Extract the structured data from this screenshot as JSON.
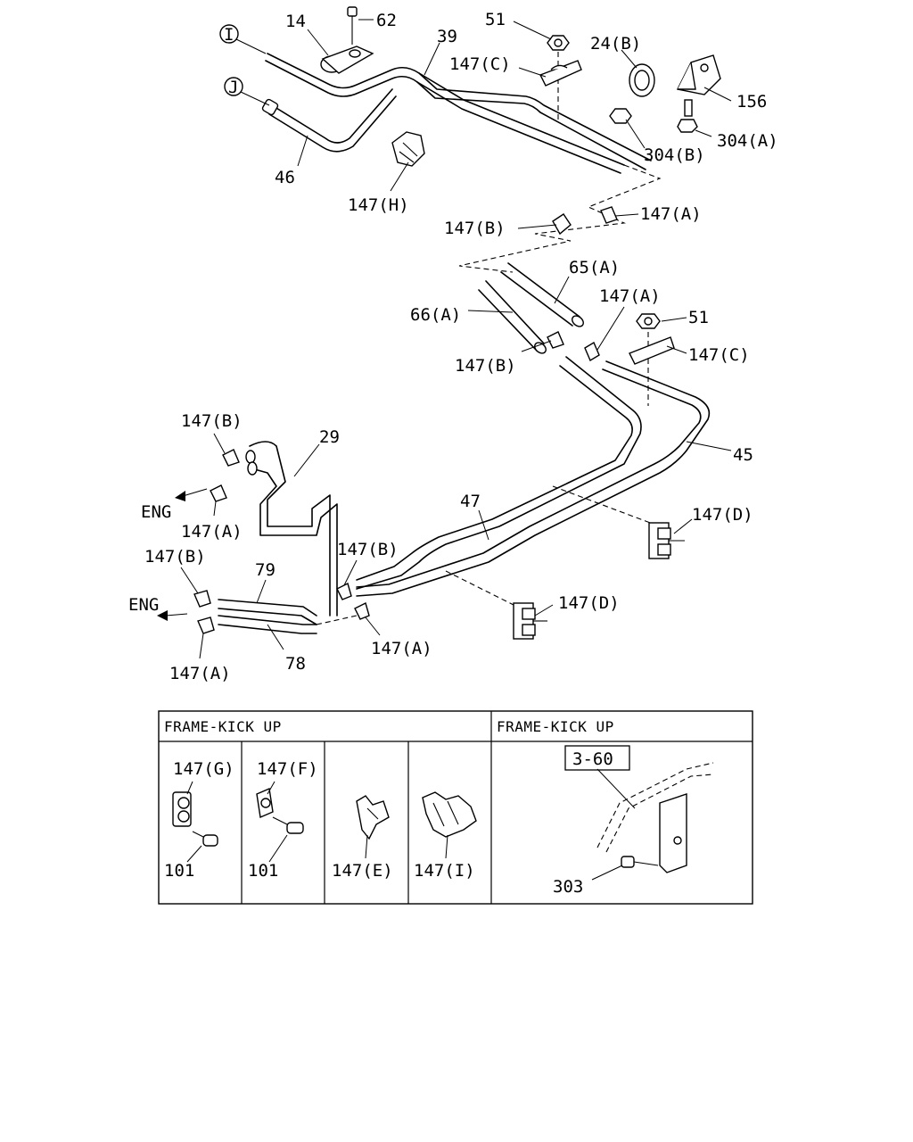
{
  "callouts": [
    {
      "id": "c14",
      "text": "14"
    },
    {
      "id": "c62",
      "text": "62"
    },
    {
      "id": "c39",
      "text": "39"
    },
    {
      "id": "c51a",
      "text": "51"
    },
    {
      "id": "c147c_a",
      "text": "147(C)"
    },
    {
      "id": "c24b",
      "text": "24(B)"
    },
    {
      "id": "c156",
      "text": "156"
    },
    {
      "id": "c304a",
      "text": "304(A)"
    },
    {
      "id": "c304b",
      "text": "304(B)"
    },
    {
      "id": "c46",
      "text": "46"
    },
    {
      "id": "c147h",
      "text": "147(H)"
    },
    {
      "id": "c147b_1",
      "text": "147(B)"
    },
    {
      "id": "c147a_1",
      "text": "147(A)"
    },
    {
      "id": "c65a",
      "text": "65(A)"
    },
    {
      "id": "c66a",
      "text": "66(A)"
    },
    {
      "id": "c147a_2",
      "text": "147(A)"
    },
    {
      "id": "c51b",
      "text": "51"
    },
    {
      "id": "c147b_2",
      "text": "147(B)"
    },
    {
      "id": "c147c_b",
      "text": "147(C)"
    },
    {
      "id": "c147b_3",
      "text": "147(B)"
    },
    {
      "id": "c29",
      "text": "29"
    },
    {
      "id": "c45",
      "text": "45"
    },
    {
      "id": "c47",
      "text": "47"
    },
    {
      "id": "c147d_1",
      "text": "147(D)"
    },
    {
      "id": "c147a_3",
      "text": "147(A)"
    },
    {
      "id": "c147b_4",
      "text": "147(B)"
    },
    {
      "id": "c147b_5",
      "text": "147(B)"
    },
    {
      "id": "c79",
      "text": "79"
    },
    {
      "id": "c147d_2",
      "text": "147(D)"
    },
    {
      "id": "c78",
      "text": "78"
    },
    {
      "id": "c147a_4",
      "text": "147(A)"
    },
    {
      "id": "c147a_5",
      "text": "147(A)"
    },
    {
      "id": "eng1",
      "text": "ENG"
    },
    {
      "id": "eng2",
      "text": "ENG"
    },
    {
      "id": "markI",
      "text": "I"
    },
    {
      "id": "markJ",
      "text": "J"
    }
  ],
  "detail_table": {
    "left_header": "FRAME-KICK UP",
    "right_header": "FRAME-KICK UP",
    "cells": [
      {
        "part": "147(G)",
        "bolt": "101"
      },
      {
        "part": "147(F)",
        "bolt": "101"
      },
      {
        "part": "147(E)"
      },
      {
        "part": "147(I)"
      }
    ],
    "ref_box": "3-60",
    "ref_bolt": "303"
  }
}
